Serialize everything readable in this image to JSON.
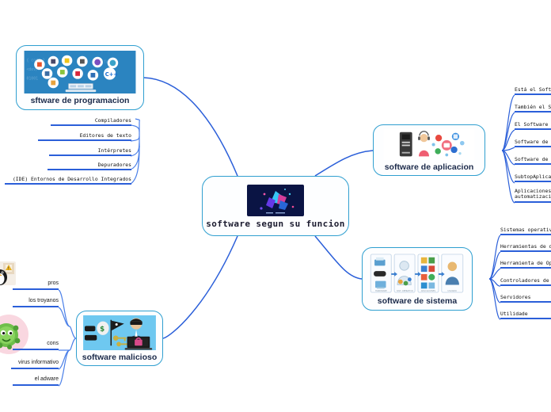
{
  "title": "software segun su funcion",
  "colors": {
    "link": "#2b5fd9",
    "node_border": "#2f9fd0",
    "bar": "#2b5fd9",
    "text": "#1b2a4a"
  },
  "center": {
    "label": "software segun su funcion",
    "thumb_name": "abstract-blue-digital-art-thumbnail"
  },
  "branches": [
    {
      "id": "programacion",
      "label": "sftware de programacion",
      "thumb_name": "programming-languages-icons-thumbnail",
      "subtopics": [
        {
          "label": "Compiladores"
        },
        {
          "label": "Editores de texto"
        },
        {
          "label": "Intérpretes"
        },
        {
          "label": "Depuradores"
        },
        {
          "label": "(IDE) Entornos de Desarrollo Integrados"
        }
      ]
    },
    {
      "id": "aplicacion",
      "label": "software de aplicacion",
      "thumb_name": "server-user-apps-thumbnail",
      "subtopics": [
        {
          "label": "Está el Softw"
        },
        {
          "label": "También el S"
        },
        {
          "label": "El Software"
        },
        {
          "label": "Software de l"
        },
        {
          "label": "Software de i"
        },
        {
          "label": "SubtopAplica"
        },
        {
          "label": "Aplicaciones",
          "label2": "automatizació"
        }
      ]
    },
    {
      "id": "sistema",
      "label": "software de sistema",
      "thumb_name": "system-software-diagram-thumbnail",
      "subtopics": [
        {
          "label": "Sistemas operativ"
        },
        {
          "label": "Herramientas de d"
        },
        {
          "label": "Herramienta de Op"
        },
        {
          "label": "Controladores de"
        },
        {
          "label": "Servidores"
        },
        {
          "label": "Utilidade"
        }
      ]
    },
    {
      "id": "malicioso",
      "label": "software malicioso",
      "thumb_name": "hacker-ransomware-thumbnail",
      "subtopics": [
        {
          "label": "pros"
        },
        {
          "label": "los troyanos"
        },
        {
          "label": "cons"
        },
        {
          "label": "virus informativo"
        },
        {
          "label": "el adware"
        }
      ]
    }
  ],
  "edge_images": [
    {
      "name": "penguin-hacker-thumbnail"
    },
    {
      "name": "green-virus-character-thumbnail"
    }
  ]
}
